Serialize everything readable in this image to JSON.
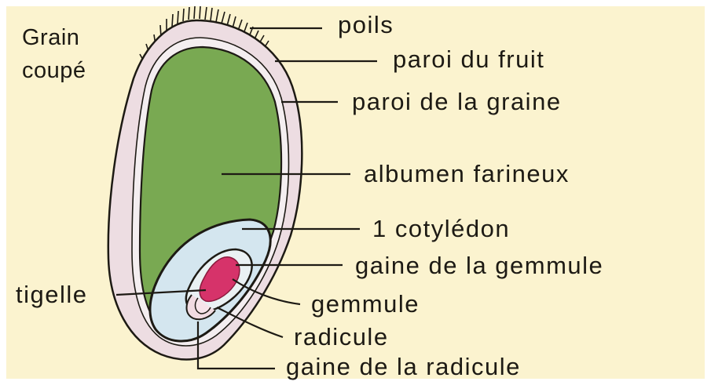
{
  "title": {
    "line1": "Grain",
    "line2": "coupé"
  },
  "labels": {
    "poils": "poils",
    "paroi_du_fruit": "paroi du fruit",
    "paroi_de_la_graine": "paroi de la graine",
    "albumen": "albumen farineux",
    "cotyledon": "1 cotylédon",
    "gaine_gemmule": "gaine de la gemmule",
    "tigelle": "tigelle",
    "gemmule": "gemmule",
    "radicule": "radicule",
    "gaine_radicule": "gaine de la radicule"
  },
  "colors": {
    "background": "#fbf3cf",
    "outer_wall": "#eddde2",
    "albumen": "#79a952",
    "cotyledon": "#d4e6ef",
    "gemmule": "#d6336a",
    "outline": "#1d1a14"
  }
}
